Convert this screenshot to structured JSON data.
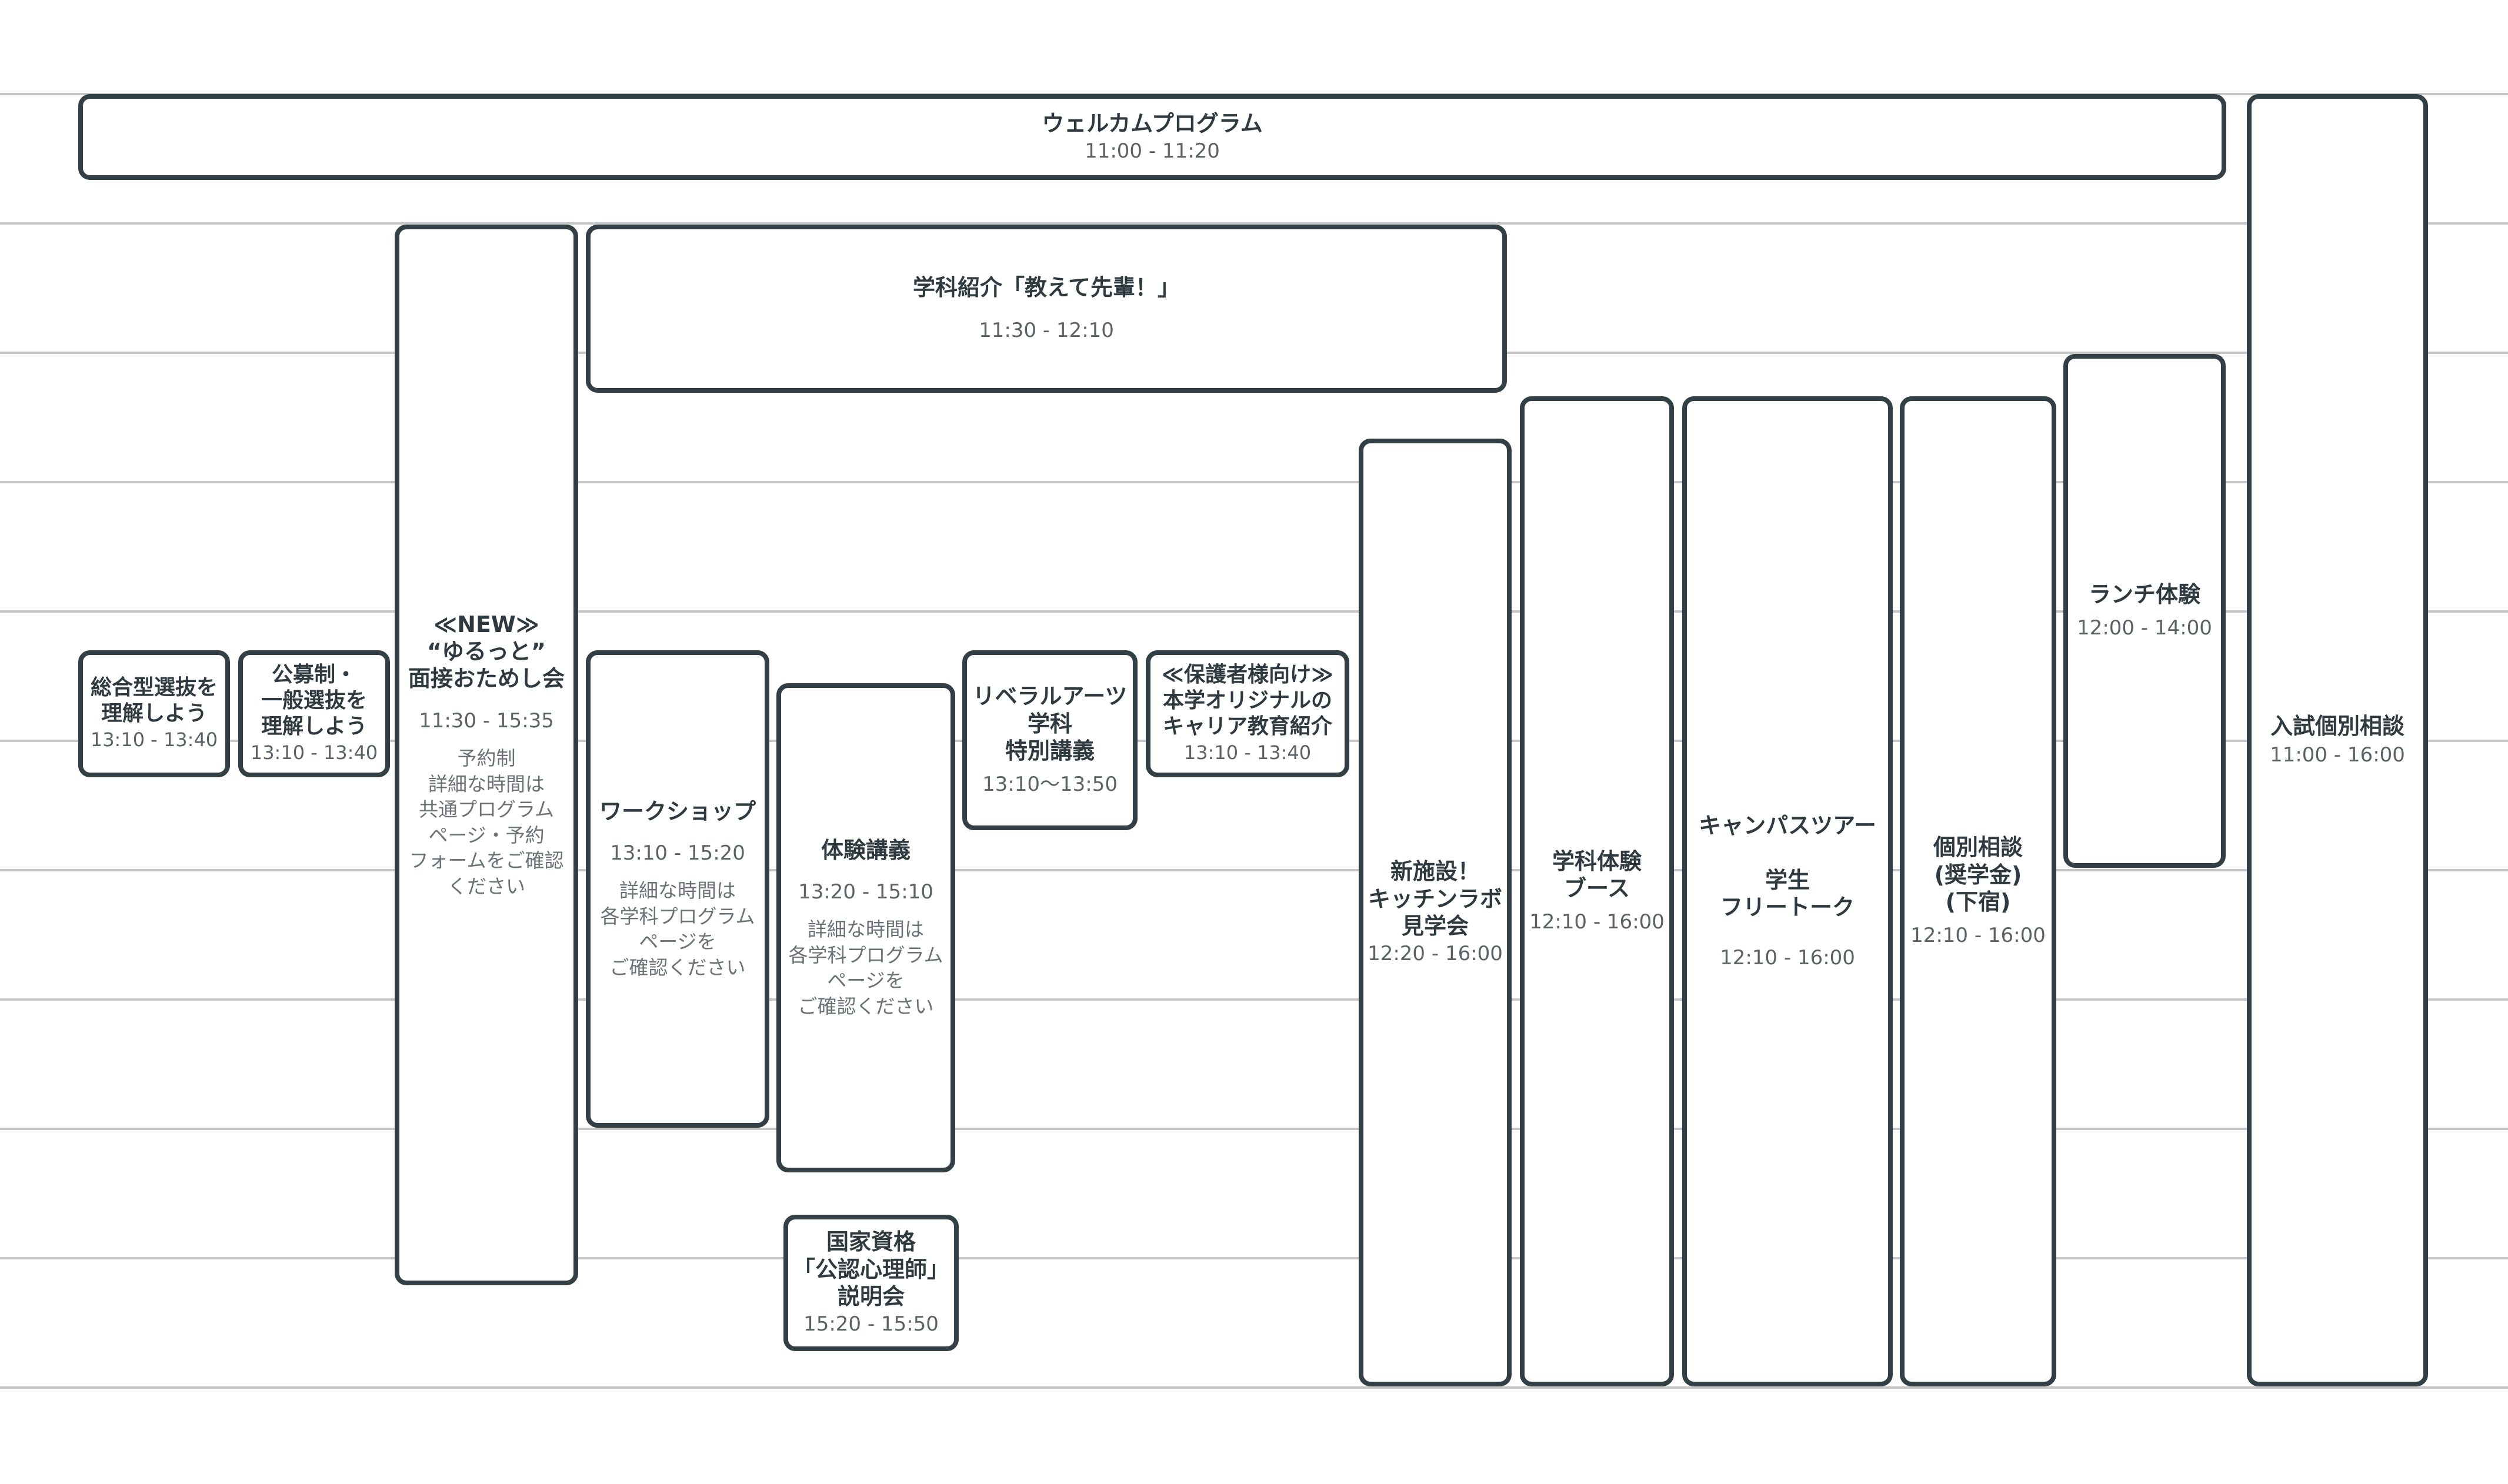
{
  "events": {
    "welcome": {
      "title": "ウェルカムプログラム",
      "time": "11:00 - 11:20"
    },
    "gakka_intro": {
      "title": "学科紹介「教えて先輩！」",
      "time": "11:30 - 12:10"
    },
    "sogo": {
      "title": "総合型選抜を\n理解しよう",
      "time": "13:10 - 13:40"
    },
    "kobo": {
      "title": "公募制・\n一般選抜を\n理解しよう",
      "time": "13:10 - 13:40"
    },
    "mensetsu": {
      "title": "≪NEW≫\n“ゆるっと”\n面接おためし会",
      "time": "11:30 - 15:35",
      "note": "予約制\n詳細な時間は\n共通プログラム\nページ・予約\nフォームをご確認\nください"
    },
    "workshop": {
      "title": "ワークショップ",
      "time": "13:10 - 15:20",
      "note": "詳細な時間は\n各学科プログラム\nページを\nご確認ください"
    },
    "taiken_kougi": {
      "title": "体験講義",
      "time": "13:20 - 15:10",
      "note": "詳細な時間は\n各学科プログラム\nページを\nご確認ください"
    },
    "kokka_shikaku": {
      "title": "国家資格\n「公認心理師」\n説明会",
      "time": "15:20 - 15:50"
    },
    "liberal_arts": {
      "title": "リベラルアーツ\n学科\n特別講義",
      "time": "13:10〜13:50"
    },
    "hogosha": {
      "title": "≪保護者様向け≫\n本学オリジナルの\nキャリア教育紹介",
      "time": "13:10 - 13:40"
    },
    "kitchen_lab": {
      "title": "新施設！\nキッチンラボ\n見学会",
      "time": "12:20 - 16:00"
    },
    "gakka_booth": {
      "title": "学科体験\nブース",
      "time": "12:10 - 16:00"
    },
    "campus_tour": {
      "title": "キャンパスツアー\n\n学生\nフリートーク",
      "time": "12:10 - 16:00"
    },
    "kobetsu": {
      "title": "個別相談\n(奨学金)\n(下宿)",
      "time": "12:10 - 16:00"
    },
    "lunch": {
      "title": "ランチ体験",
      "time": "12:00 - 14:00"
    },
    "nyushi": {
      "title": "入試個別相談",
      "time": "11:00 - 16:00"
    }
  }
}
